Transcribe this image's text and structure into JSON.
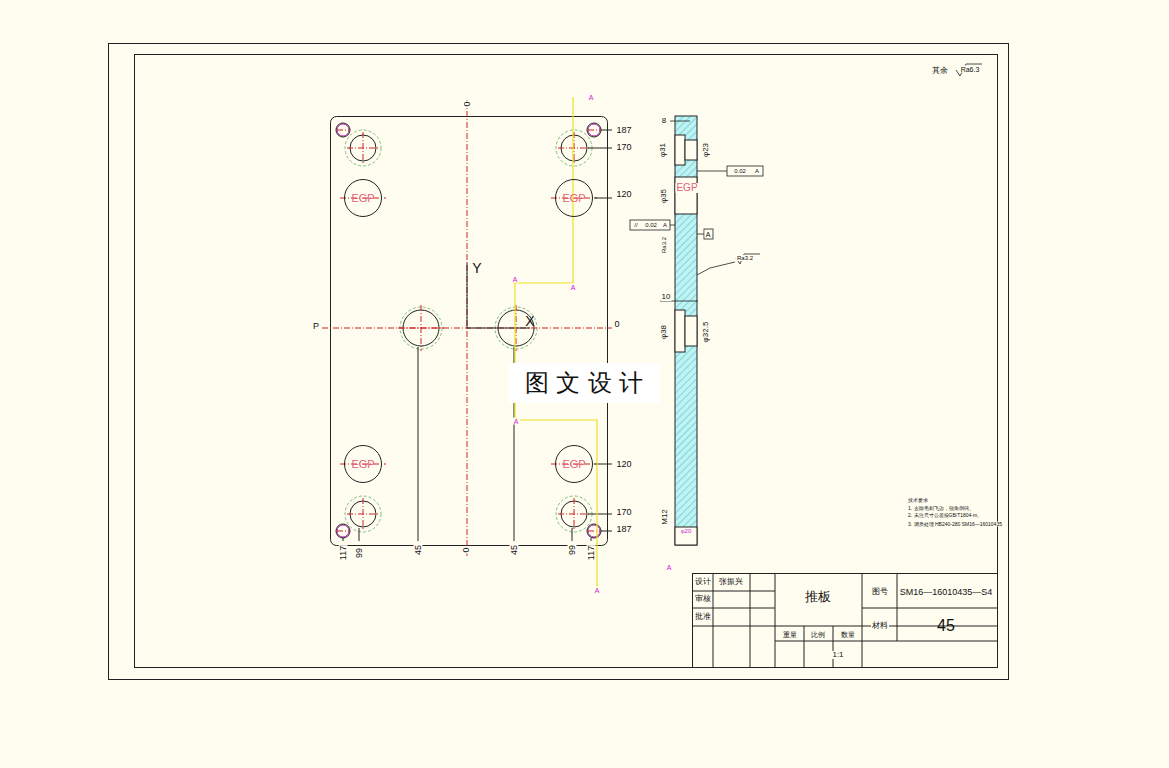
{
  "diagram": {
    "nodes": [
      {
        "text": [
          "EGP"
        ]
      },
      {
        "text": [
          "EGP"
        ]
      },
      {
        "text": [
          "EGP"
        ]
      },
      {
        "text": [
          "EGP"
        ]
      }
    ],
    "labels": [
      "其余",
      "Ra6.3",
      "0",
      "P",
      "0",
      "Y",
      "X",
      "187",
      "170",
      "120",
      "120",
      "170",
      "187",
      "117",
      "99",
      "45",
      "0",
      "45",
      "99",
      "117",
      "A",
      "A",
      "A",
      "A",
      "A",
      "A",
      "8",
      "φ31",
      "φ23",
      "0.02",
      "A",
      "φ35",
      "EGP",
      "A",
      "//",
      "0.02",
      "A",
      "Ra3.2",
      "Ra3.2",
      "10",
      "φ38",
      "φ32.5",
      "M12",
      "φ20",
      "技术要求",
      "1. 去除毛刺飞边，锐角倒钝。",
      "2. 未注尺寸公差按GB/T1804-m。",
      "3. 调质处理 HB240-280 SM16—16010435",
      "图 文 设 计",
      "设计",
      "张振兴",
      "审核",
      "批准",
      "推板",
      "图号",
      "SM16—16010435—S4",
      "材料",
      "45",
      "重量",
      "比例",
      "数量",
      "1:1"
    ]
  }
}
